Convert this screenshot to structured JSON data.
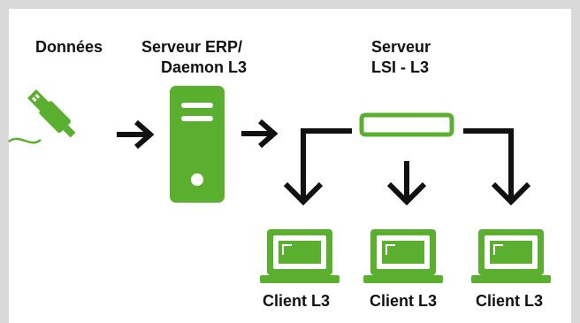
{
  "labels": {
    "donnees": "Données",
    "serveur_erp_line1": "Serveur ERP/",
    "serveur_erp_line2": "Daemon L3",
    "serveur_lsi_line1": "Serveur",
    "serveur_lsi_line2": "LSI - L3",
    "client_1": "Client L3",
    "client_2": "Client L3",
    "client_3": "Client L3"
  },
  "icons": {
    "data_source": "usb-plug-icon",
    "erp_server": "server-tower-icon",
    "lsi_server": "rack-switch-icon",
    "client": "laptop-icon",
    "flow": "arrow-icon"
  },
  "colors": {
    "frame": "#d9d9d9",
    "background": "#ffffff",
    "accent_green": "#5aaf2e",
    "dark_green": "#3f8a1e",
    "arrow": "#111111",
    "text": "#111111"
  }
}
